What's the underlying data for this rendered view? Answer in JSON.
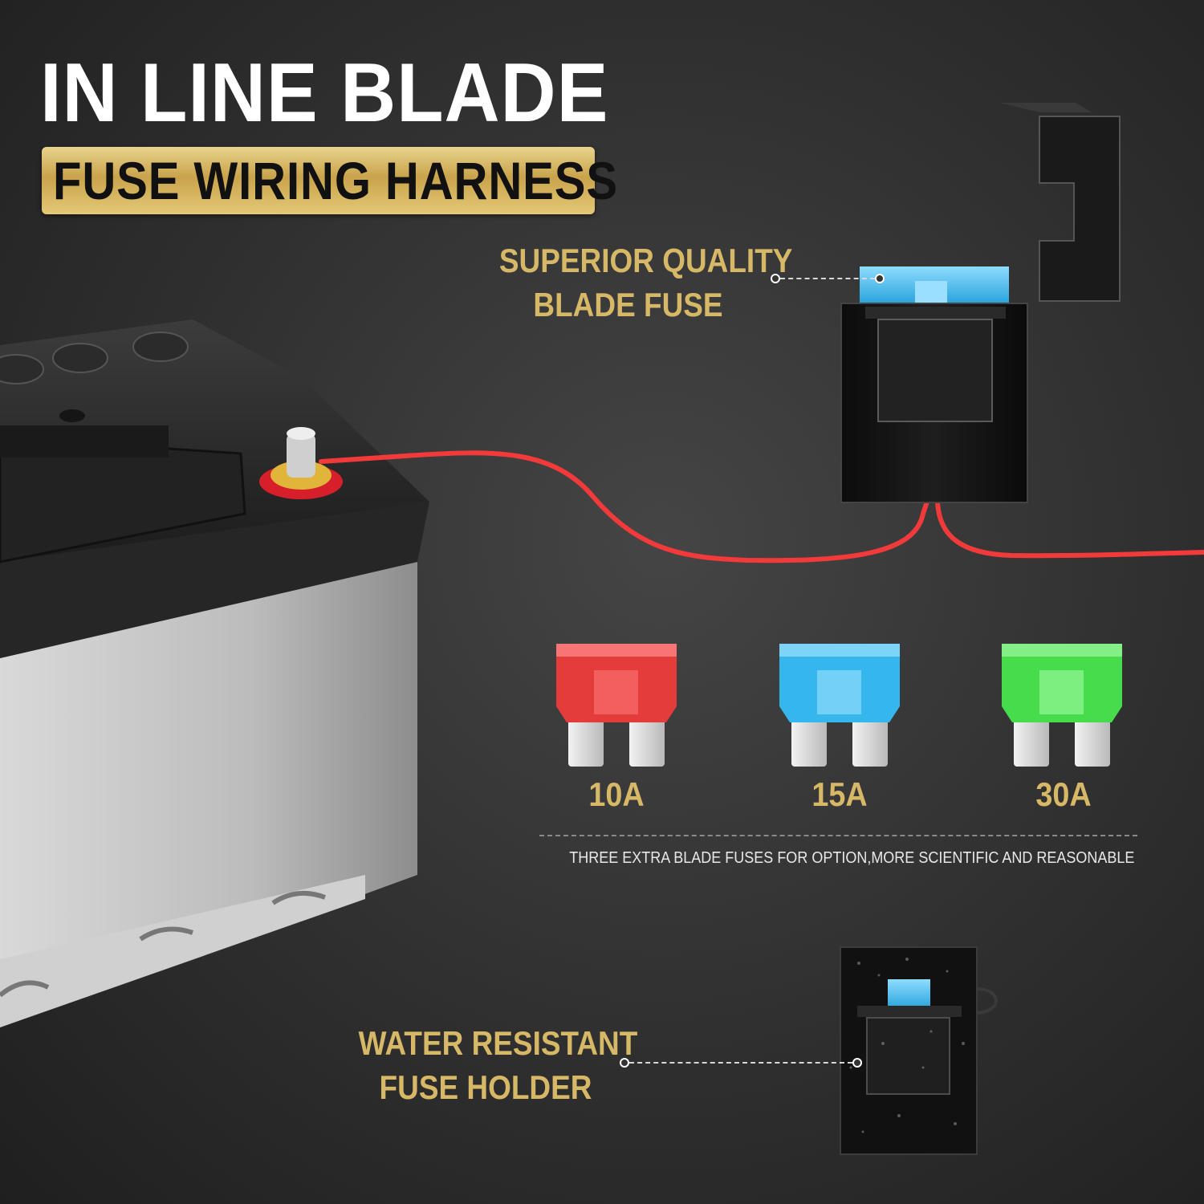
{
  "header": {
    "title": "IN LINE BLADE",
    "subtitle": "FUSE WIRING HARNESS"
  },
  "callouts": {
    "fuse": [
      "SUPERIOR QUALITY",
      "BLADE FUSE"
    ],
    "holder": [
      "WATER RESISTANT",
      "FUSE HOLDER"
    ]
  },
  "fuses": [
    {
      "label": "10A",
      "color": "#e43b3b"
    },
    {
      "label": "15A",
      "color": "#35b6ec"
    },
    {
      "label": "30A",
      "color": "#46dc4c"
    }
  ],
  "footnote": "THREE EXTRA BLADE FUSES FOR OPTION,MORE SCIENTIFIC AND REASONABLE",
  "colors": {
    "gold": "#d6b866",
    "wire": "#f23a3a",
    "background": "#333333"
  }
}
